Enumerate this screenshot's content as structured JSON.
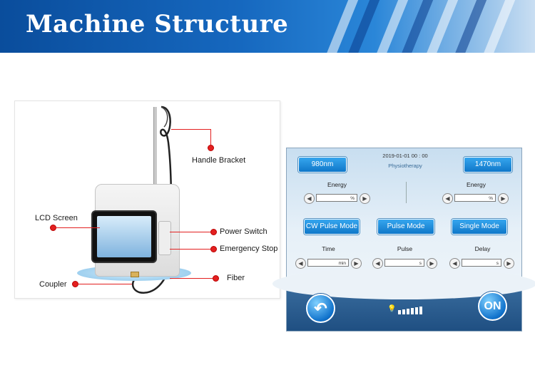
{
  "banner": {
    "title": "Machine Structure"
  },
  "diagram": {
    "labels": {
      "handle_bracket": "Handle Bracket",
      "lcd_screen": "LCD Screen",
      "power_switch": "Power Switch",
      "emergency_stop": "Emergency Stop",
      "fiber": "Fiber",
      "coupler": "Coupler"
    }
  },
  "ui": {
    "left_wavelength": "980nm",
    "right_wavelength": "1470nm",
    "datetime": "2019-01-01  00 : 00",
    "mode_title": "Physiotherapy",
    "energy_left": {
      "label": "Energy",
      "unit": "%"
    },
    "energy_right": {
      "label": "Energy",
      "unit": "%"
    },
    "modes": [
      "CW Pulse Mode",
      "Pulse Mode",
      "Single Mode"
    ],
    "time": {
      "label": "Time",
      "unit": "min"
    },
    "pulse": {
      "label": "Pulse",
      "unit": "s"
    },
    "delay": {
      "label": "Delay",
      "unit": "s"
    },
    "on_button": "ON",
    "back_icon": "back-arrow-icon",
    "light_icon": "lightbulb-icon"
  },
  "colors": {
    "accent": "#1677c9",
    "banner": "#0a4d9c",
    "pointer": "#e32020"
  }
}
